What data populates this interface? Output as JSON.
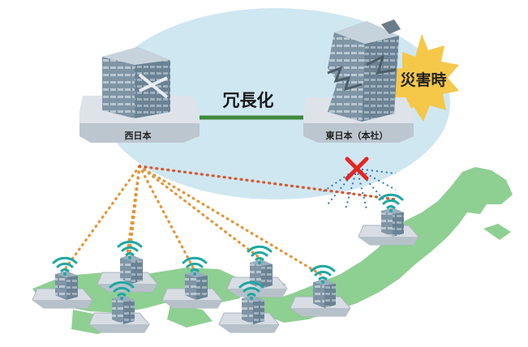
{
  "link": {
    "label": "冗長化"
  },
  "west": {
    "label": "西日本"
  },
  "east": {
    "label": "東日本（本社）"
  },
  "disaster": {
    "label": "災害時"
  },
  "colors": {
    "ellipse": "#cfe7f1",
    "map": "#8ecf92",
    "link": "#3f8a3c",
    "dots_west": "#e3963a",
    "dots_east": "#d8572e",
    "cross": "#e52620",
    "burst": "#f5c84a",
    "wifi": "#1fa8a4",
    "platform": "#d7dde3",
    "building": "#8ea3b2"
  },
  "icons": [
    "wifi-icon",
    "office-building-icon",
    "cross-icon",
    "burst-icon",
    "datacenter-building-icon"
  ]
}
